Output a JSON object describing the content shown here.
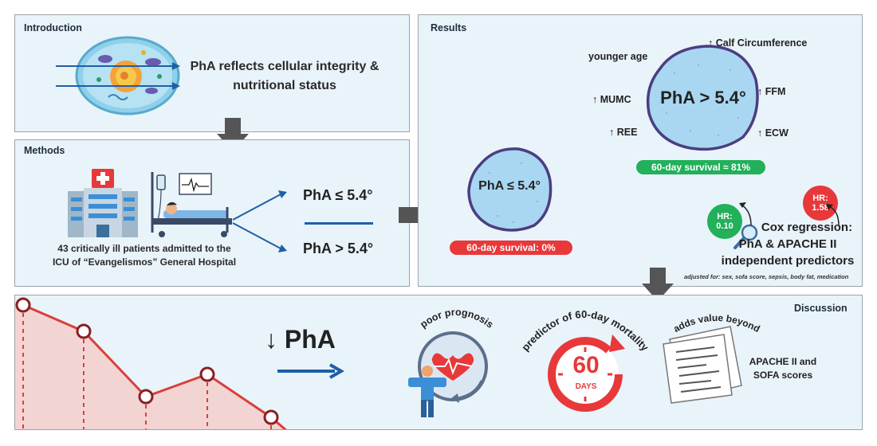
{
  "introduction": {
    "title": "Introduction",
    "text_line1": "PhA reflects cellular integrity &",
    "text_line2": "nutritional status"
  },
  "methods": {
    "title": "Methods",
    "cohort_line1": "43 critically ill patients admitted to the",
    "cohort_line2": "ICU of “Evangelismos” General Hospital",
    "group_low": "PhA ≤ 5.4°",
    "group_high": "PhA > 5.4°"
  },
  "results": {
    "title": "Results",
    "big_cell_label": "PhA > 5.4°",
    "small_cell_label": "PhA ≤ 5.4°",
    "associations": {
      "calf": "↑ Calf Circumference",
      "age": "younger age",
      "mumc": "↑ MUMC",
      "ffm": "↑ FFM",
      "ree": "↑ REE",
      "ecw": "↑ ECW"
    },
    "survival_high": "60-day survival ≈ 81%",
    "survival_low": "60-day survival: 0%",
    "hr_pha": {
      "label": "HR:",
      "value": "0.10"
    },
    "hr_apache": {
      "label": "HR:",
      "value": "1.58"
    },
    "cox_line1": "Cox regression:",
    "cox_line2": "PhA & APACHE II",
    "cox_line3": "independent predictors",
    "adjusted_note": "adjusted for: sex, sofa score, sepsis, body fat, medication"
  },
  "discussion": {
    "title": "Discussion",
    "pha_decrease": "↓ PhA",
    "poor_prognosis": "poor prognosis",
    "predictor": "predictor of 60-day mortality",
    "clock_number": "60",
    "clock_unit": "DAYS",
    "adds_value": "adds value beyond",
    "scores_line1": "APACHE II and",
    "scores_line2": "SOFA scores"
  },
  "colors": {
    "panel_bg": "#e9f3fa",
    "panel_border": "#9aa3ab",
    "green": "#22b05a",
    "red": "#e8383a",
    "cell_fill": "#a9d6f0",
    "cell_border": "#4b3d82",
    "arrow_blue": "#1f5fa6",
    "dark_arrow": "#555555"
  },
  "icons": [
    "cell-icon",
    "hospital-icon",
    "patient-bed-icon",
    "magnifier-icon",
    "clock-heart-icon",
    "countdown-clock-icon",
    "documents-icon",
    "decline-chart-icon"
  ]
}
